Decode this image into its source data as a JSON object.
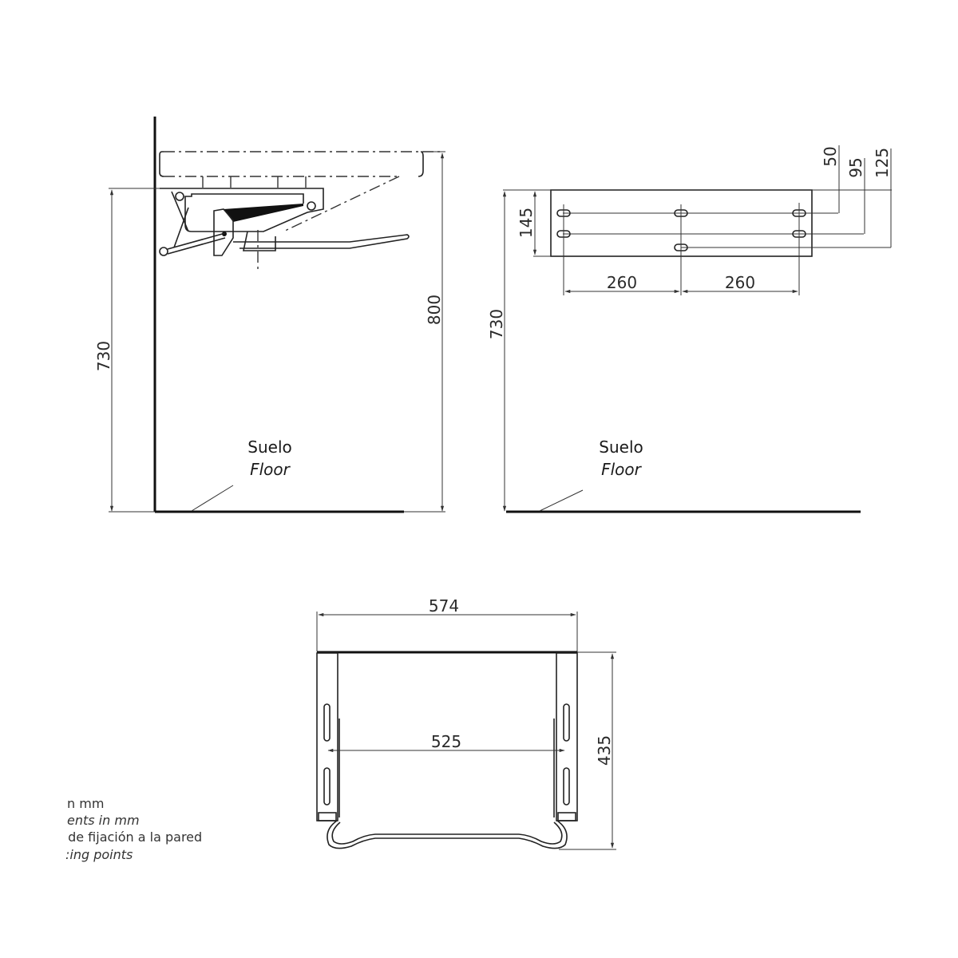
{
  "side_view": {
    "dimensions": {
      "height_seat": "730",
      "height_back": "800"
    },
    "floor_label_es": "Suelo",
    "floor_label_en": "Floor"
  },
  "wall_view": {
    "dimensions": {
      "plate_height": "145",
      "spacing_left": "260",
      "spacing_right": "260",
      "offset_top_1": "50",
      "offset_top_2": "95",
      "offset_top_3": "125",
      "height": "730"
    },
    "floor_label_es": "Suelo",
    "floor_label_en": "Floor"
  },
  "front_view": {
    "dimensions": {
      "overall_width": "574",
      "bracket_spacing": "525",
      "depth": "435"
    }
  },
  "legend": {
    "line1": "n mm",
    "line2": "ents in mm",
    "line3": " de fijación a la pared",
    "line4": ":ing points"
  }
}
